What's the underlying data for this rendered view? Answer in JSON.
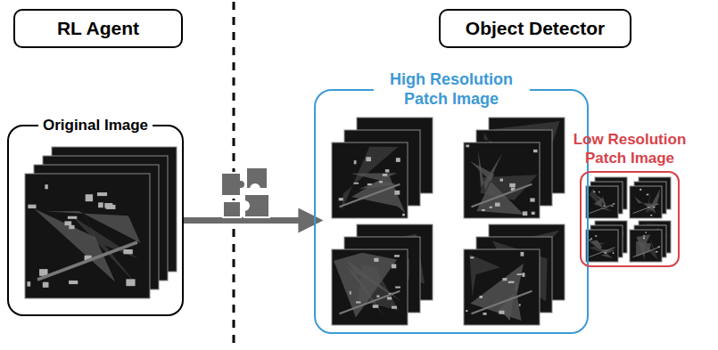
{
  "diagram": {
    "nodes": [
      {
        "text": [
          "RL Agent"
        ]
      },
      {
        "text": [
          "Object Detector"
        ]
      },
      {
        "text": [
          "Original Image"
        ]
      },
      {
        "text": [
          "High Resolution Patch Image"
        ]
      },
      {
        "text": [
          "Low Resolution Patch Image"
        ]
      }
    ],
    "edges": [
      {
        "from": 2,
        "to": 3,
        "arrow": "to"
      }
    ]
  }
}
